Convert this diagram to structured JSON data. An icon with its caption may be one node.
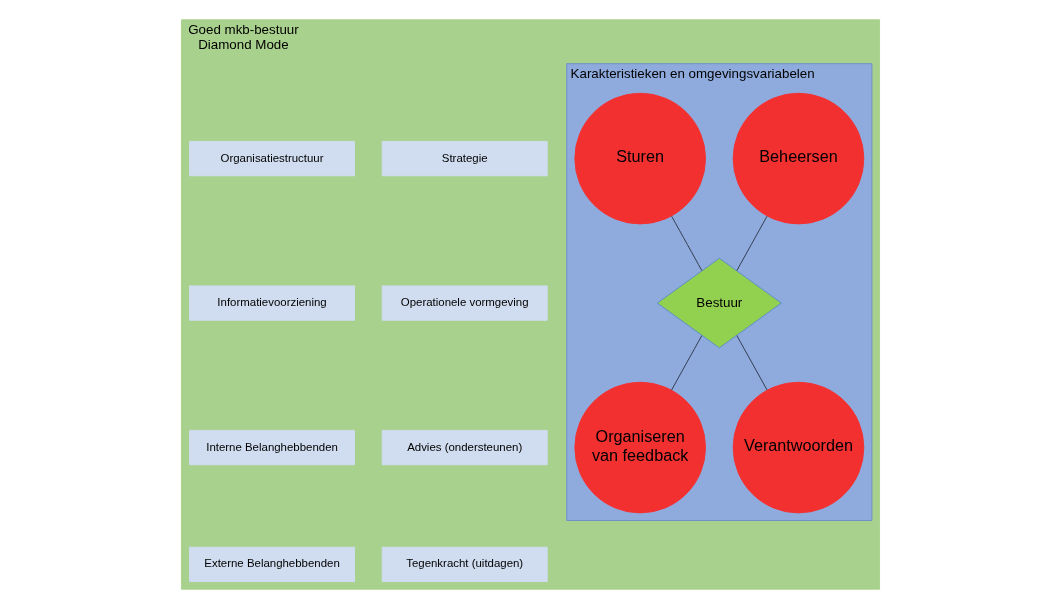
{
  "diagram": {
    "nodes": [
      {
        "text": [
          "Goed mkb-bestuur",
          "Diamond Mode"
        ]
      },
      {
        "text": [
          "Karakteristieken en omgevingsvariabelen"
        ],
        "in": 0
      },
      {
        "text": [
          "Sturen"
        ],
        "in": 1
      },
      {
        "text": [
          "Beheersen"
        ],
        "in": 1
      },
      {
        "text": [
          "Bestuur"
        ],
        "in": 1
      },
      {
        "text": [
          "Organiseren van feedback"
        ],
        "in": 1
      },
      {
        "text": [
          "Verantwoorden"
        ],
        "in": 1
      },
      {
        "text": [
          "Strategie"
        ],
        "in": 0
      },
      {
        "text": [
          "Operationele vormgeving"
        ],
        "in": 0
      },
      {
        "text": [
          "Organisatiestructuur"
        ],
        "in": 0
      },
      {
        "text": [
          "Informatievoorziening"
        ],
        "in": 0
      },
      {
        "text": [
          "Advies (ondersteunen)"
        ],
        "in": 0
      },
      {
        "text": [
          "Tegenkracht (uitdagen)"
        ],
        "in": 0
      },
      {
        "text": [
          "Interne Belanghebbenden"
        ],
        "in": 0
      },
      {
        "text": [
          "Externe Belanghebbenden"
        ],
        "in": 0
      }
    ],
    "edges": [
      {
        "from": 4,
        "to": 2,
        "arrow": "none"
      },
      {
        "from": 4,
        "to": 3,
        "arrow": "none"
      },
      {
        "from": 4,
        "to": 5,
        "arrow": "none"
      },
      {
        "from": 4,
        "to": 6,
        "arrow": "none"
      }
    ]
  }
}
